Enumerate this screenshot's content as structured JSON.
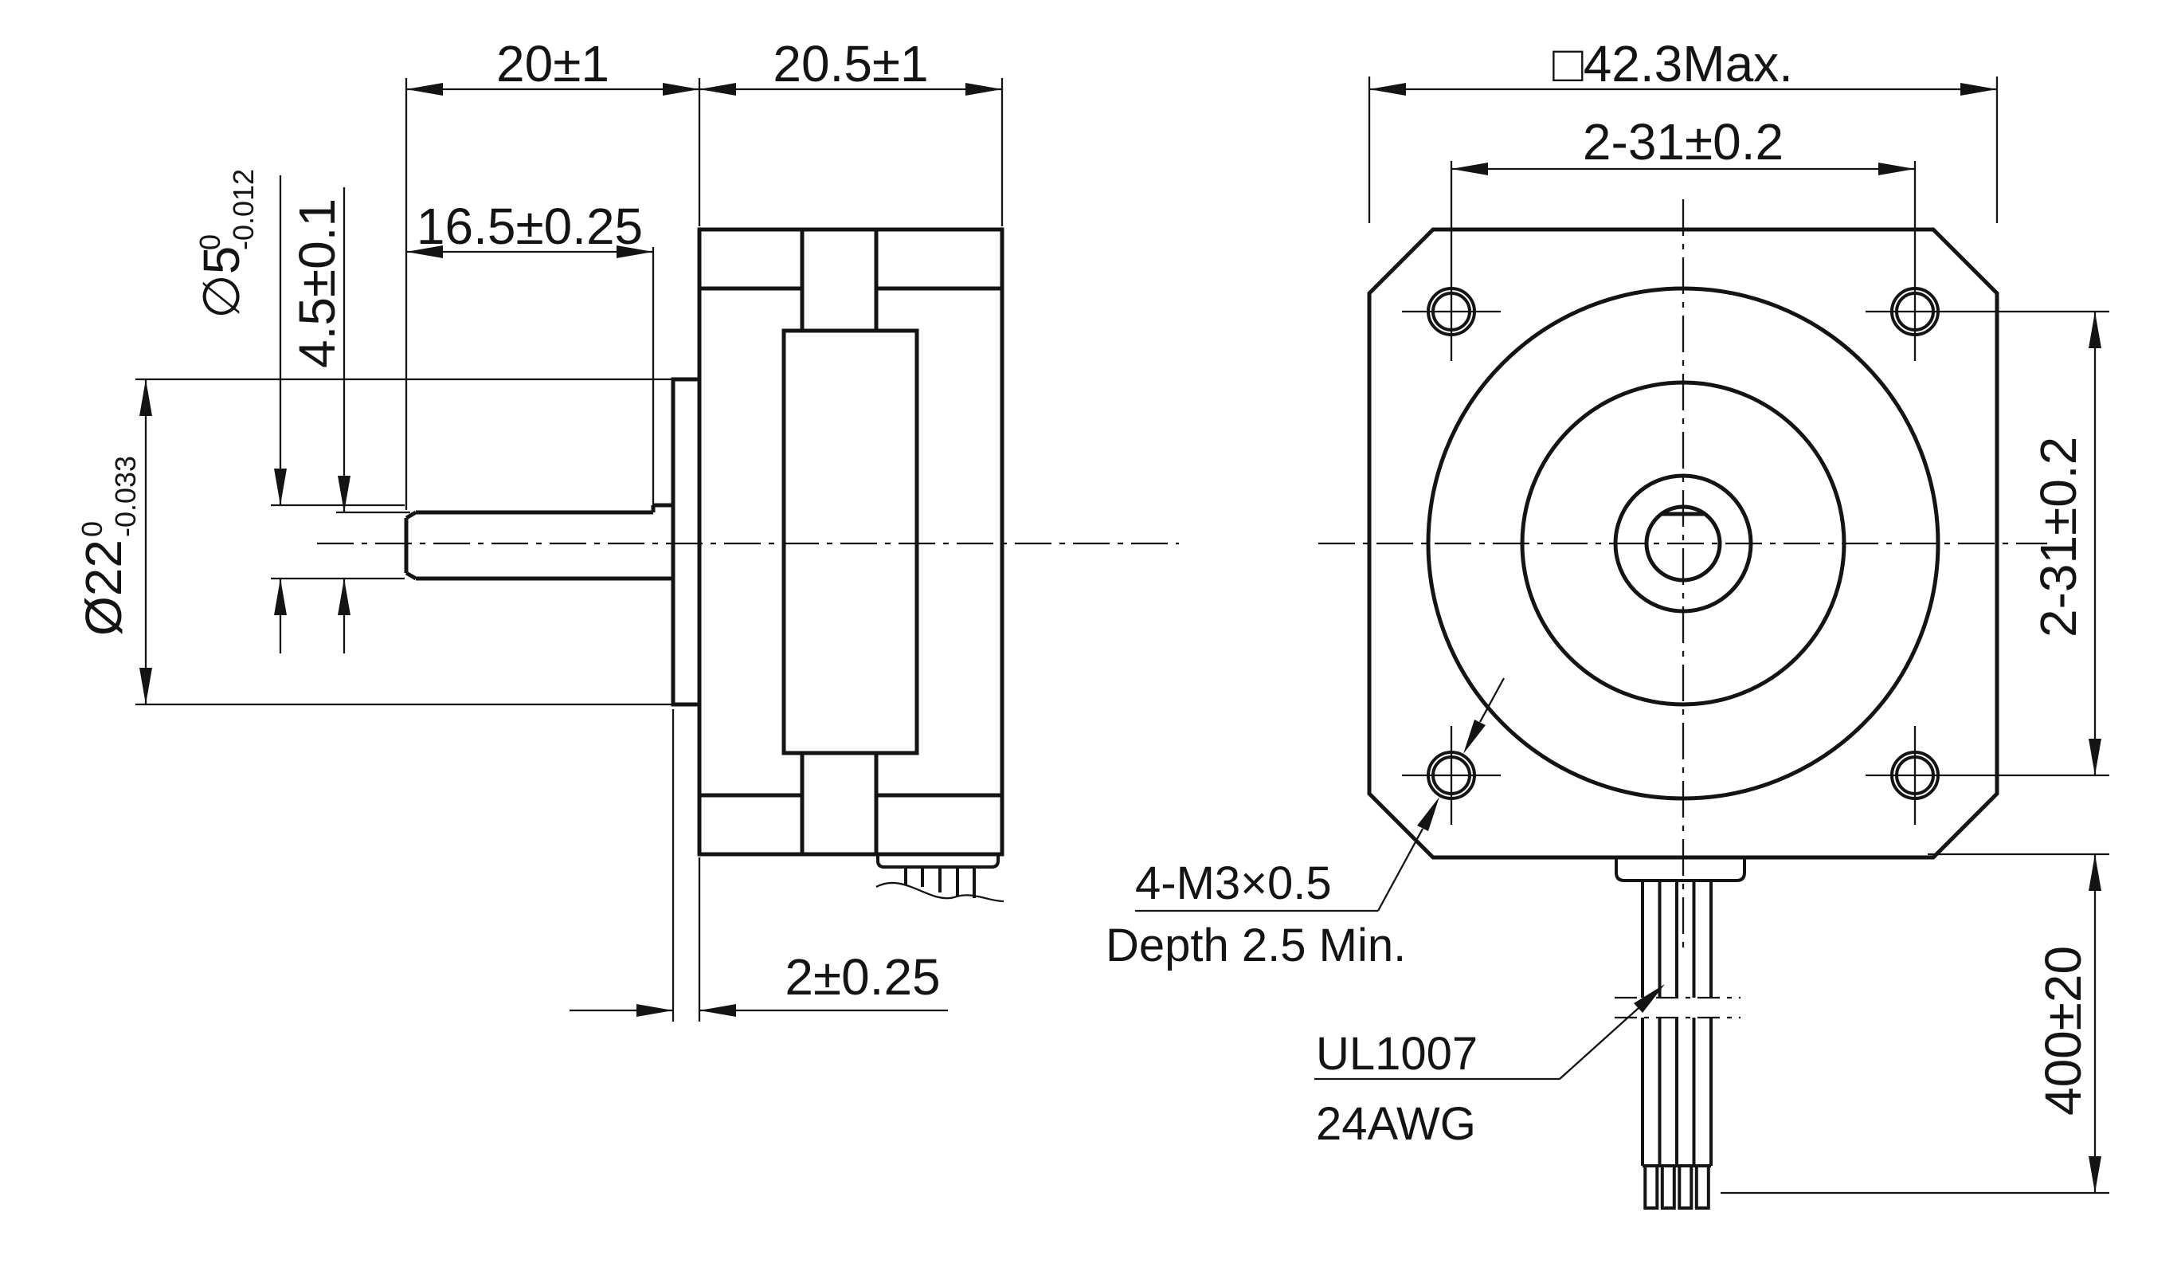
{
  "side_view": {
    "dim_shaft_length": "20±1",
    "dim_body_length": "20.5±1",
    "dim_flat_length": "16.5±0.25",
    "dim_flat_height": "4.5±0.1",
    "shaft_dia": {
      "main": "∅5",
      "tol_upper": "0",
      "tol_lower": "-0.012"
    },
    "pilot_dia": {
      "main": "Ø22",
      "tol_upper": "0",
      "tol_lower": "-0.033"
    },
    "dim_pilot_depth": "2±0.25"
  },
  "front_view": {
    "dim_frame": "□42.3Max.",
    "dim_holes_h": "2-31±0.2",
    "dim_holes_v": "2-31±0.2",
    "dim_lead_length": "400±20",
    "mounting_callout": {
      "line1": "4-M3×0.5",
      "line2": "Depth 2.5 Min."
    },
    "lead_callout": {
      "line1": "UL1007",
      "line2": "24AWG"
    }
  },
  "colors": {
    "line": "#141414",
    "background": "#ffffff"
  }
}
